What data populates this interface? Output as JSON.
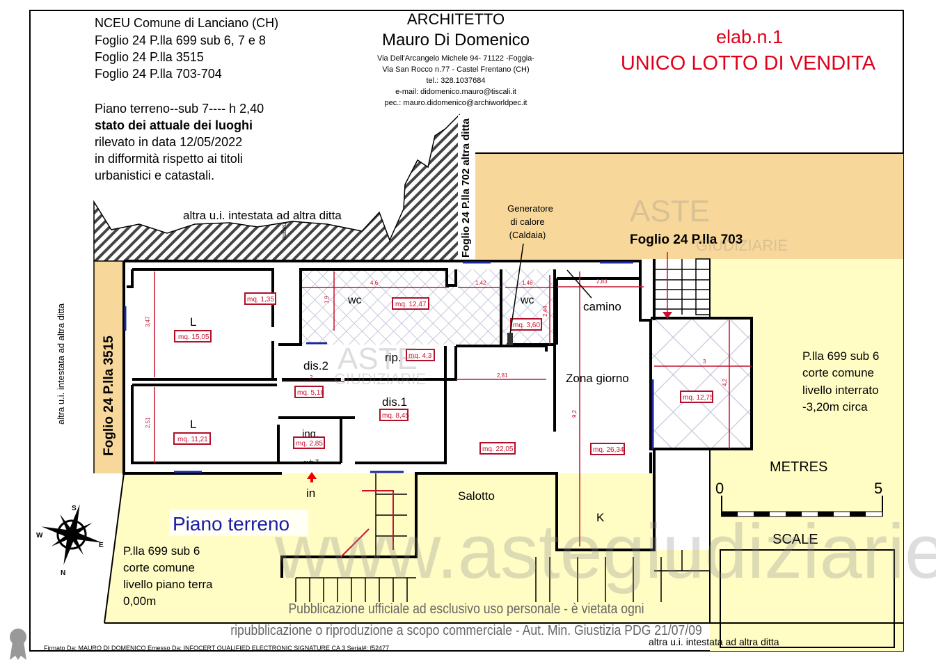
{
  "header": {
    "ncu": "NCEU Comune di Lanciano (CH)",
    "parcels": [
      "Foglio 24 P.lla 699  sub 6, 7 e 8",
      "Foglio 24 P.lla 3515",
      "Foglio 24 P.lla 703-704"
    ],
    "floor_info": "Piano terreno--sub 7----  h 2,40",
    "state_title": "stato dei attuale dei luoghi",
    "state_lines": [
      "rilevato in data 12/05/2022",
      "in difformità rispetto ai titoli",
      "urbanistici e catastali."
    ]
  },
  "architect": {
    "title": "ARCHITETTO",
    "name": "Mauro Di Domenico",
    "lines": [
      "Via Dell'Arcangelo Michele 94- 71122 -Foggia-",
      "Via San Rocco n.77 - Castel Frentano (CH)",
      "tel.: 328.1037684",
      "e-mail: didomenico.mauro@tiscali.it",
      "pec.: mauro.didomenico@archiworldpec.it"
    ]
  },
  "elab": {
    "number": "elab.n.1",
    "title": "UNICO LOTTO DI VENDITA"
  },
  "labels": {
    "altra_top": "altra u.i. intestata ad altra ditta",
    "p702": "Foglio 24 P.lla 702 altra ditta",
    "p703": "Foglio 24 P.lla 703",
    "p3515": "Foglio 24 P.lla 3515",
    "altra_left": "altra u.i. intestata ad altra ditta",
    "altra_bottom": "altra u.i. intestata ad altra ditta",
    "generatore": [
      "Generatore",
      "di calore",
      "(Caldaia)"
    ],
    "camino": "camino",
    "bagno_vert": "bagno",
    "in": "in",
    "sub7": "sub 7",
    "piano_terreno": "Piano terreno",
    "corte_sub6_lower": [
      "P.lla 699 sub 6",
      "corte comune",
      "livello piano terra",
      "0,00m"
    ],
    "corte_sub6_right": [
      "P.lla 699 sub 6",
      "corte comune",
      "livello interrato",
      "-3,20m  circa"
    ]
  },
  "rooms": [
    {
      "name": "L",
      "area": "mq. 15,05"
    },
    {
      "name": "L",
      "area": "mq. 11,21"
    },
    {
      "name": "",
      "area": "mq. 1,35"
    },
    {
      "name": "wc",
      "area": "mq. 12,47"
    },
    {
      "name": "wc",
      "area": "mq. 3,60"
    },
    {
      "name": "rip.",
      "area": "mq. 4,3"
    },
    {
      "name": "dis.2",
      "area": "mq. 5,18"
    },
    {
      "name": "dis.1",
      "area": "mq. 8,45"
    },
    {
      "name": "ing.",
      "area": "mq. 2,85"
    },
    {
      "name": "Salotto",
      "area": "mq. 22,05"
    },
    {
      "name": "Zona giorno",
      "area": "mq. 26,34"
    },
    {
      "name": "K",
      "area": ""
    },
    {
      "name": "",
      "area": "mq. 12,75"
    }
  ],
  "dimensions": [
    "3,47",
    "2,51",
    "4,6",
    "1,9",
    "1,42",
    "1,46",
    "2,44",
    "2,83",
    "2",
    "2,81",
    "9,2",
    "3",
    "4,2"
  ],
  "scale": {
    "title": "METRES",
    "min": "0",
    "max": "5",
    "label": "SCALE"
  },
  "compass": {
    "s": "S",
    "n": "N",
    "e": "E",
    "w": "W"
  },
  "watermark": {
    "site": "www.astegiudiziarie.it",
    "logo_top": "ASTE",
    "logo_bottom": "GIUDIZIARIE"
  },
  "disclaimer": [
    "Pubblicazione ufficiale ad esclusivo uso personale - è vietata ogni",
    "ripubblicazione o riproduzione a scopo commerciale - Aut. Min. Giustizia PDG 21/07/09"
  ],
  "signature": "Firmato Da: MAURO DI DOMENICO Emesso Da: INFOCERT QUALIFIED ELECTRONIC SIGNATURE CA 3 Serial#: f52477",
  "colors": {
    "orange": "#f8d89a",
    "yellow": "#fffcc4",
    "red": "#c8102e",
    "blue": "#1a2a9a"
  }
}
